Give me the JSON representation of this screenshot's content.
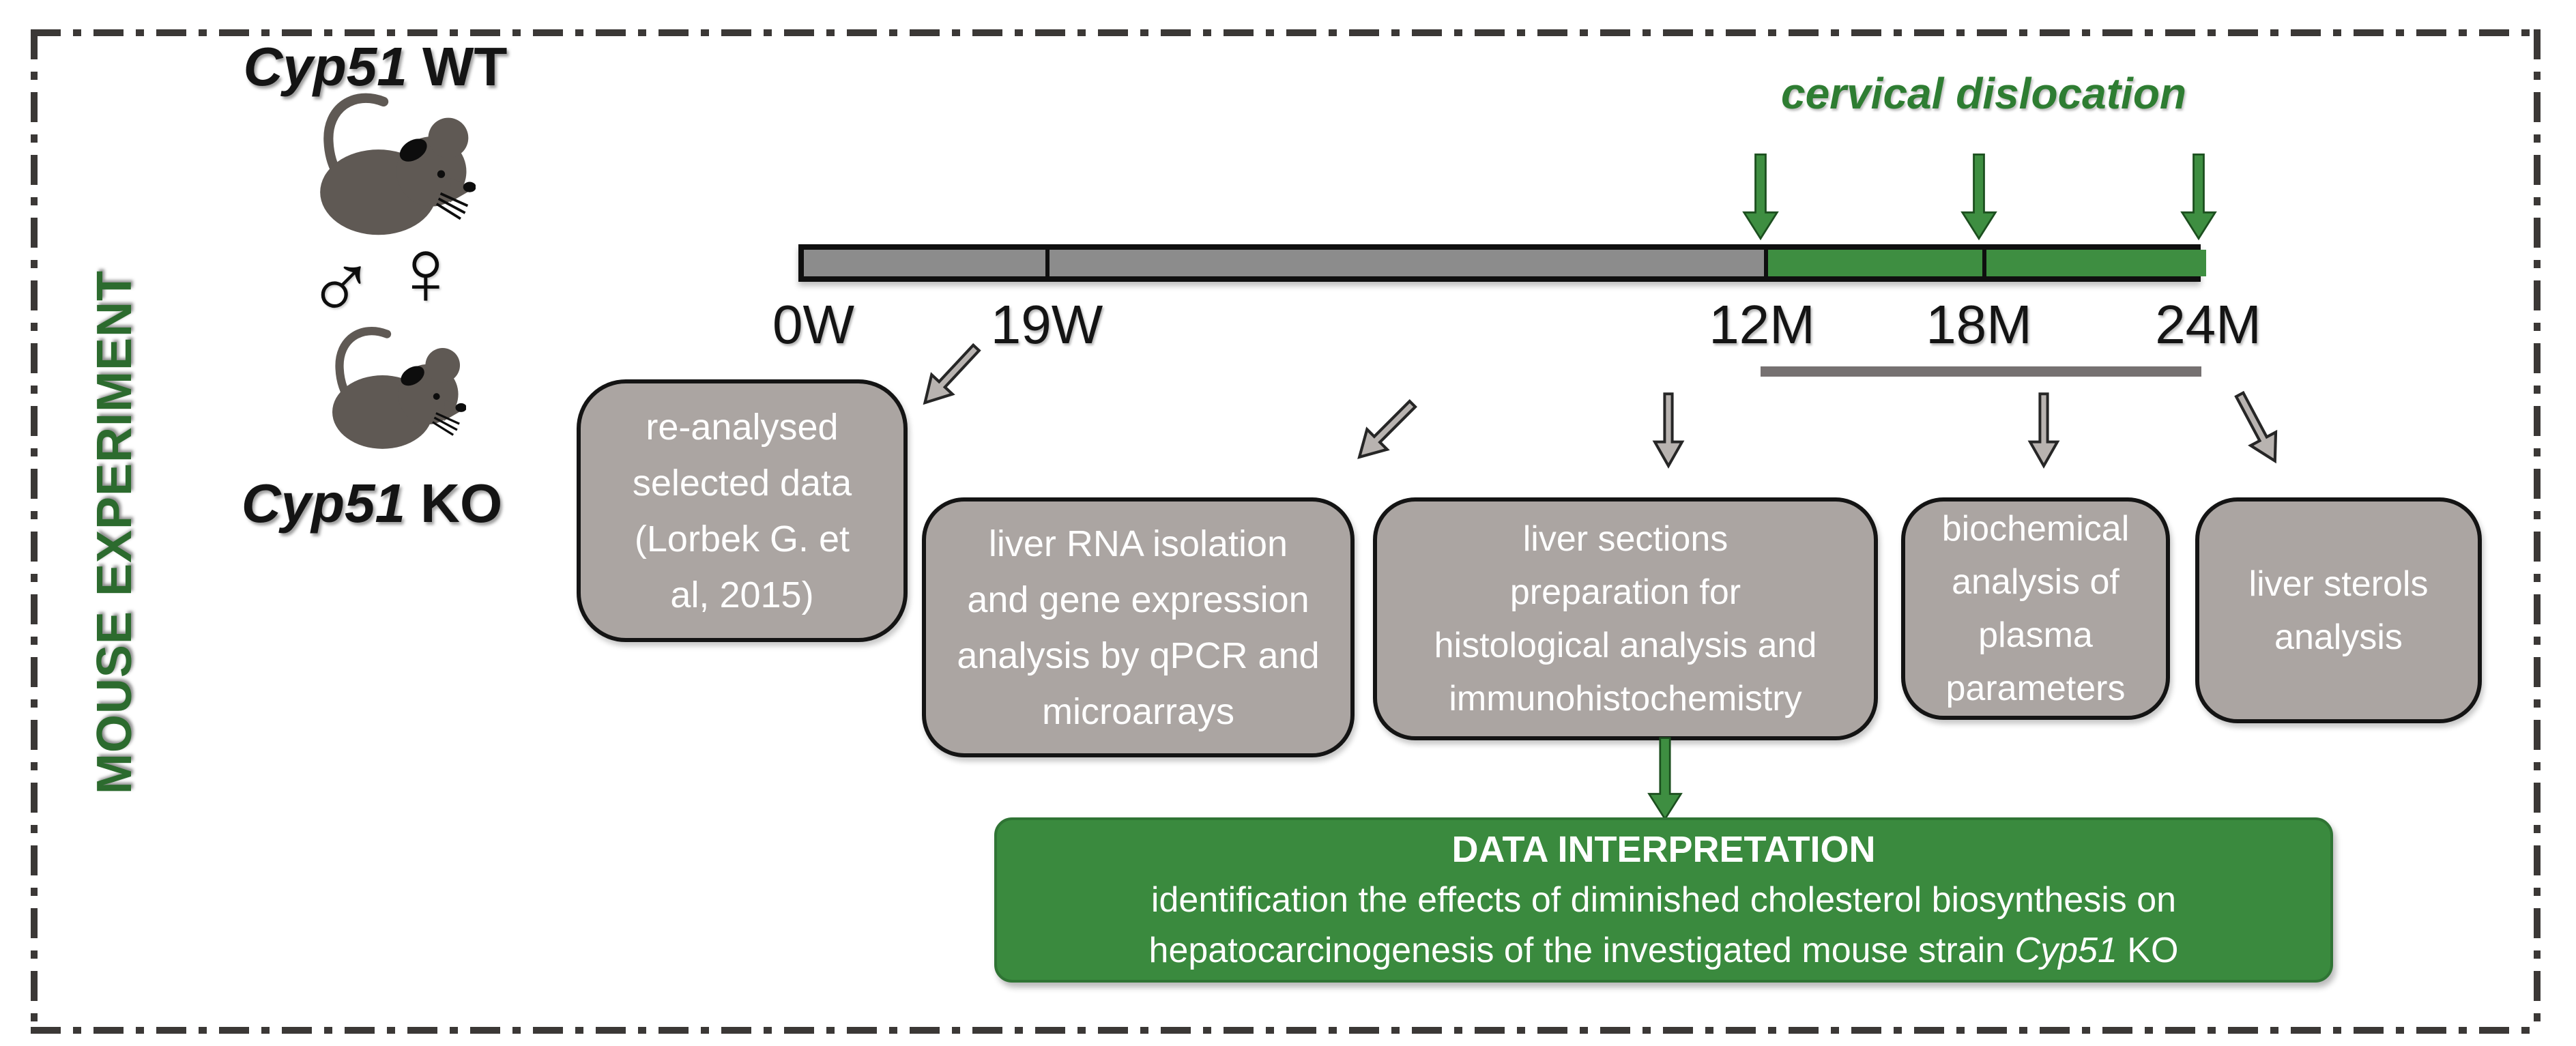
{
  "sidebar": {
    "title": "MOUSE EXPERIMENT"
  },
  "subjects": {
    "wt": {
      "gene": "Cyp51",
      "type": " WT"
    },
    "ko": {
      "gene": "Cyp51",
      "type": " KO"
    },
    "male": "♂",
    "female": "♀"
  },
  "timeline": {
    "annotation": "cervical dislocation",
    "ticks": [
      {
        "label": "0W"
      },
      {
        "label": "19W"
      },
      {
        "label": "12M"
      },
      {
        "label": "18M"
      },
      {
        "label": "24M"
      }
    ]
  },
  "boxes": [
    {
      "id": "reanalysed-data",
      "text": "re-analysed\nselected data\n(Lorbek G. et\nal, 2015)"
    },
    {
      "id": "rna-expression",
      "text": "liver RNA isolation\nand gene expression\nanalysis by qPCR and\nmicroarrays"
    },
    {
      "id": "liver-sections",
      "text": "liver sections\npreparation for\nhistological analysis and\nimmunohistochemistry"
    },
    {
      "id": "biochemical-plasma",
      "text": "biochemical\nanalysis of\nplasma\nparameters"
    },
    {
      "id": "liver-sterols",
      "text": "liver sterols\nanalysis"
    }
  ],
  "interpretation": {
    "title": "DATA INTERPRETATION",
    "line2": "identification the effects of diminished cholesterol biosynthesis on",
    "line3_pre": "hepatocarcinogenesis of the investigated mouse strain  ",
    "line3_gene": "Cyp51",
    "line3_post": " KO"
  },
  "colors": {
    "green_main": "#3E8E41",
    "green_title": "#2C6B2E",
    "green_annotation": "#2E7D32",
    "gray_box_fill": "#ABA5A2",
    "gray_bar_fill": "#8C8C8C",
    "gray_underline": "#767171",
    "gray_arrow_fill": "#B8B3B0",
    "mouse_fill": "#5F5954",
    "frame_color": "#3B3836"
  }
}
